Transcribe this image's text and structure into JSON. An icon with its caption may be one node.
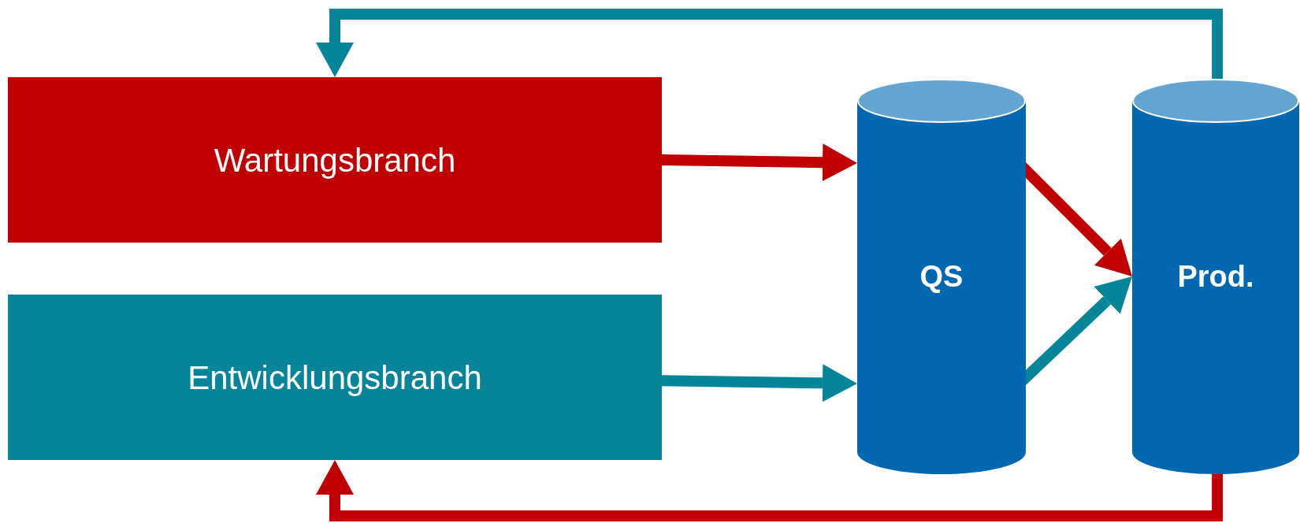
{
  "diagram": {
    "nodes": [
      {
        "text": [
          "Wartungsbranch"
        ]
      },
      {
        "text": [
          "Entwicklungsbranch"
        ]
      },
      {
        "text": [
          "QS"
        ]
      },
      {
        "text": [
          "Prod."
        ]
      }
    ],
    "edges": [
      {
        "from": 0,
        "to": 2,
        "arrow": "to",
        "color": "#c00000"
      },
      {
        "from": 1,
        "to": 2,
        "arrow": "to",
        "color": "#06849a"
      },
      {
        "from": 2,
        "to": 3,
        "arrow": "to",
        "color": "#c00000"
      },
      {
        "from": 2,
        "to": 3,
        "arrow": "to",
        "color": "#06849a"
      },
      {
        "from": 3,
        "to": 0,
        "arrow": "to",
        "color": "#06849a"
      },
      {
        "from": 3,
        "to": 1,
        "arrow": "to",
        "color": "#c00000"
      }
    ]
  }
}
